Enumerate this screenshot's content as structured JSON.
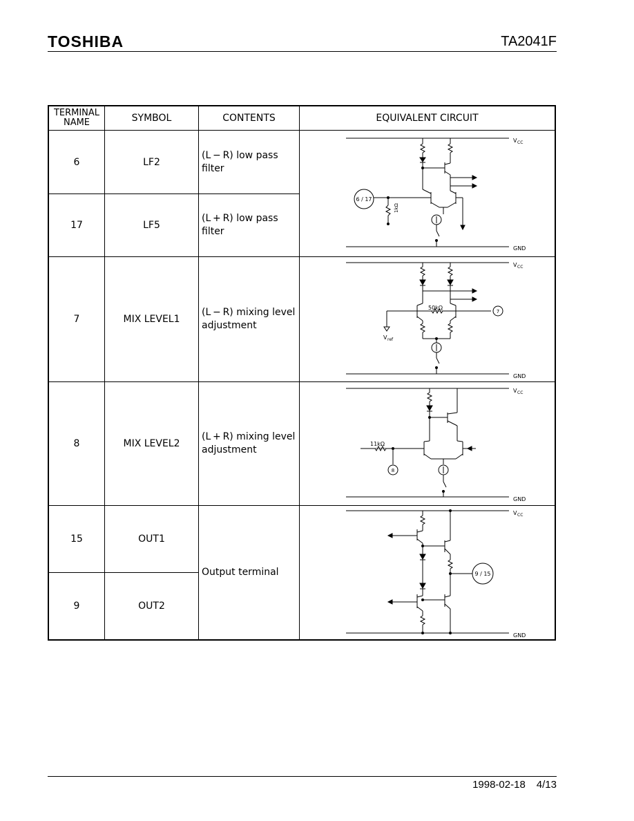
{
  "header": {
    "brand": "TOSHIBA",
    "part_number": "TA2041F"
  },
  "table": {
    "headers": {
      "terminal_name": "TERMINAL NAME",
      "symbol": "SYMBOL",
      "contents": "CONTENTS",
      "circuit": "EQUIVALENT CIRCUIT"
    },
    "rows": [
      {
        "terminal": "6",
        "symbol": "LF2",
        "contents": "(L − R) low pass filter"
      },
      {
        "terminal": "17",
        "symbol": "LF5",
        "contents": "(L + R) low pass filter"
      },
      {
        "terminal": "7",
        "symbol": "MIX LEVEL1",
        "contents": "(L − R) mixing level adjustment"
      },
      {
        "terminal": "8",
        "symbol": "MIX LEVEL2",
        "contents": "(L + R) mixing level adjustment"
      },
      {
        "terminal": "15",
        "symbol": "OUT1",
        "contents": ""
      },
      {
        "terminal": "9",
        "symbol": "OUT2",
        "contents": ""
      }
    ],
    "output_contents": "Output terminal"
  },
  "circuits": {
    "vcc": "V",
    "vcc_sub": "CC",
    "gnd": "GND",
    "c1": {
      "pin": "6 / 17",
      "res": "1kΩ"
    },
    "c2": {
      "pin": "7",
      "res": "50kΩ",
      "vref": "V",
      "vref_sub": "ref"
    },
    "c3": {
      "pin": "8",
      "res": "11kΩ"
    },
    "c4": {
      "pin": "9 / 15"
    }
  },
  "footer": {
    "date": "1998-02-18",
    "page": "4/13"
  }
}
